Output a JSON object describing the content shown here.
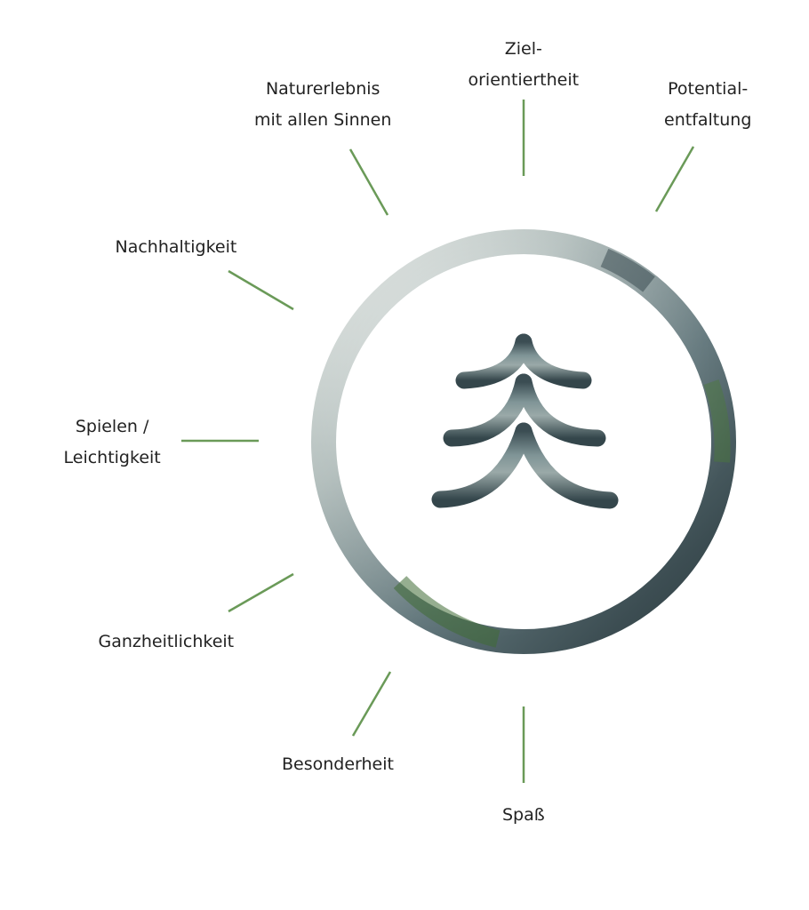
{
  "colors": {
    "ray": "#6a9a58",
    "ring_light": "#c8d0cc",
    "ring_dark": "#3c4d52",
    "forest_green": "#3f6b34",
    "text": "#222222"
  },
  "center_icon": "pine-tree-icon",
  "values": [
    {
      "id": "zielorientiertheit",
      "lines": [
        "Ziel-",
        "orientiertheit"
      ]
    },
    {
      "id": "potentialentfaltung",
      "lines": [
        "Potential-",
        "entfaltung"
      ]
    },
    {
      "id": "naturerlebnis",
      "lines": [
        "Naturerlebnis",
        "mit allen Sinnen"
      ]
    },
    {
      "id": "nachhaltigkeit",
      "lines": [
        "Nachhaltigkeit"
      ]
    },
    {
      "id": "spielen",
      "lines": [
        "Spielen /",
        "Leichtigkeit"
      ]
    },
    {
      "id": "ganzheitlichkeit",
      "lines": [
        "Ganzheitlichkeit"
      ]
    },
    {
      "id": "besonderheit",
      "lines": [
        "Besonderheit"
      ]
    },
    {
      "id": "spass",
      "lines": [
        "Spaß"
      ]
    }
  ]
}
